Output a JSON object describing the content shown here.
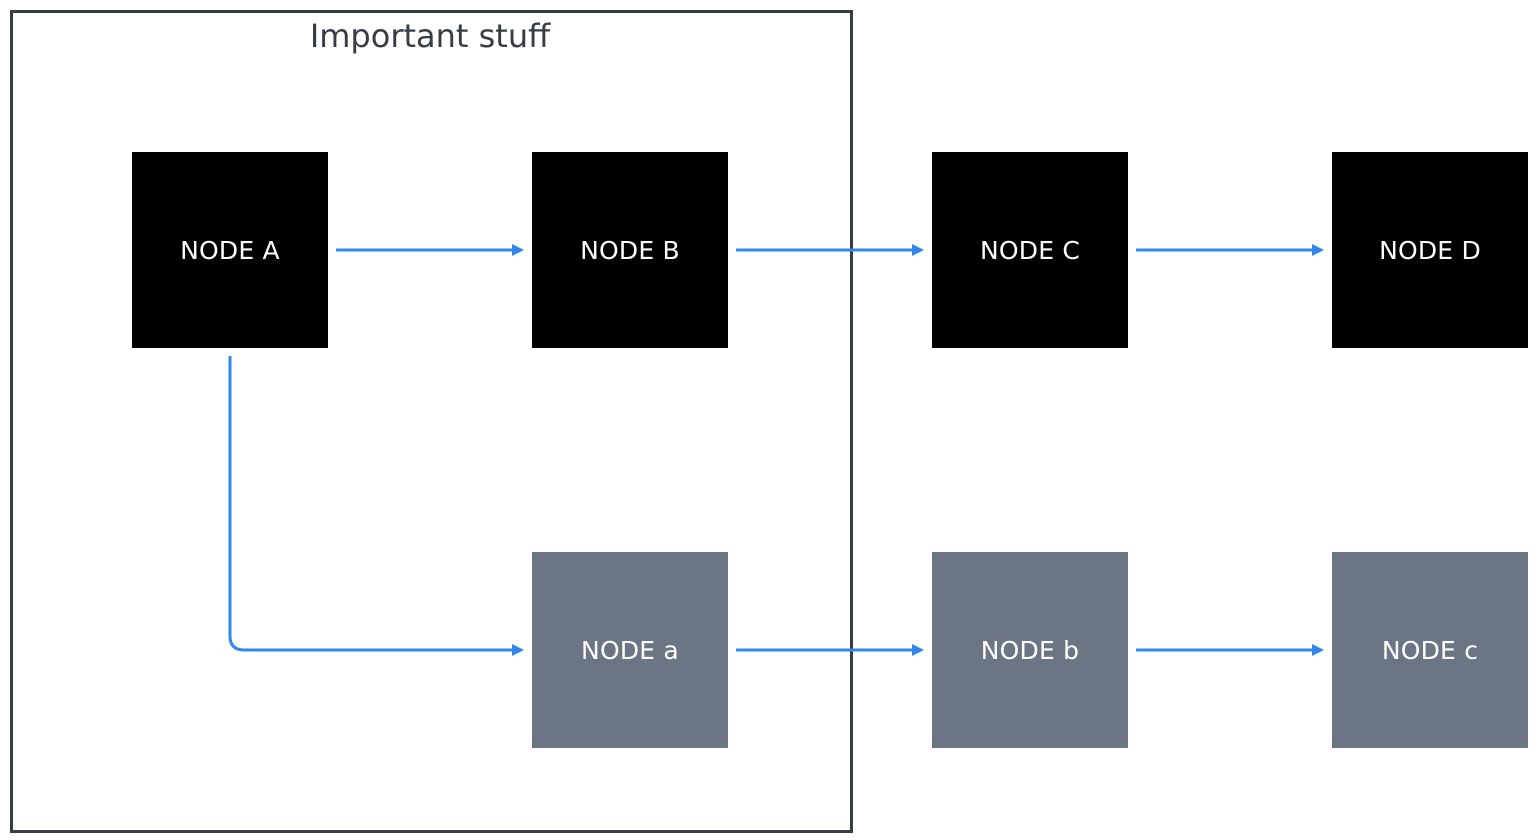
{
  "group": {
    "title": "Important stuff"
  },
  "nodes": {
    "A": "NODE A",
    "B": "NODE B",
    "C": "NODE C",
    "D": "NODE D",
    "a": "NODE a",
    "b": "NODE b",
    "c": "NODE c"
  },
  "edges": [
    {
      "from": "NODE A",
      "to": "NODE B"
    },
    {
      "from": "NODE B",
      "to": "NODE C"
    },
    {
      "from": "NODE C",
      "to": "NODE D"
    },
    {
      "from": "NODE A",
      "to": "NODE a"
    },
    {
      "from": "NODE a",
      "to": "NODE b"
    },
    {
      "from": "NODE b",
      "to": "NODE c"
    }
  ],
  "colors": {
    "primary_node": "#000000",
    "secondary_node": "#6c7584",
    "edge": "#2f88ee",
    "group_border": "#383c44"
  }
}
